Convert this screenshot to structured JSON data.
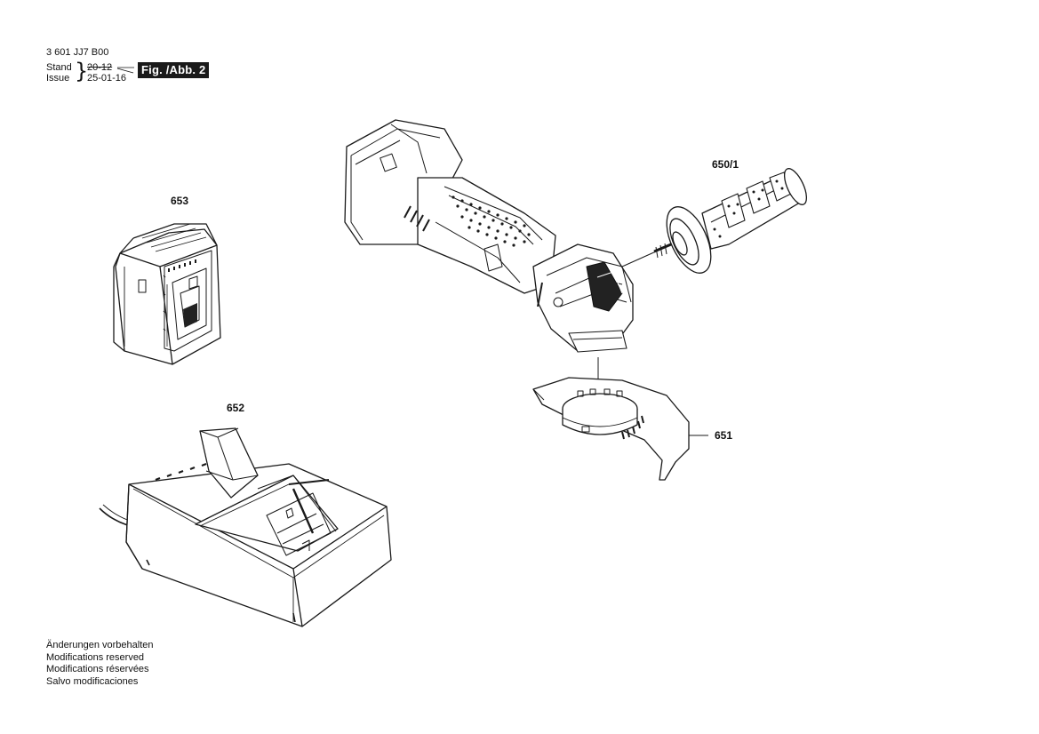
{
  "header": {
    "part_number": "3 601 JJ7 B00",
    "stand_label": "Stand",
    "issue_label": "Issue",
    "old_date": "20-12",
    "new_date": "25-01-16",
    "figure_label": "Fig. /Abb. 2"
  },
  "callouts": {
    "grip": "650/1",
    "guard": "651",
    "charger": "652",
    "battery": "653"
  },
  "footer": {
    "lines": [
      "Änderungen vorbehalten",
      "Modifications reserved",
      "Modifications réservées",
      "Salvo modificaciones"
    ]
  }
}
